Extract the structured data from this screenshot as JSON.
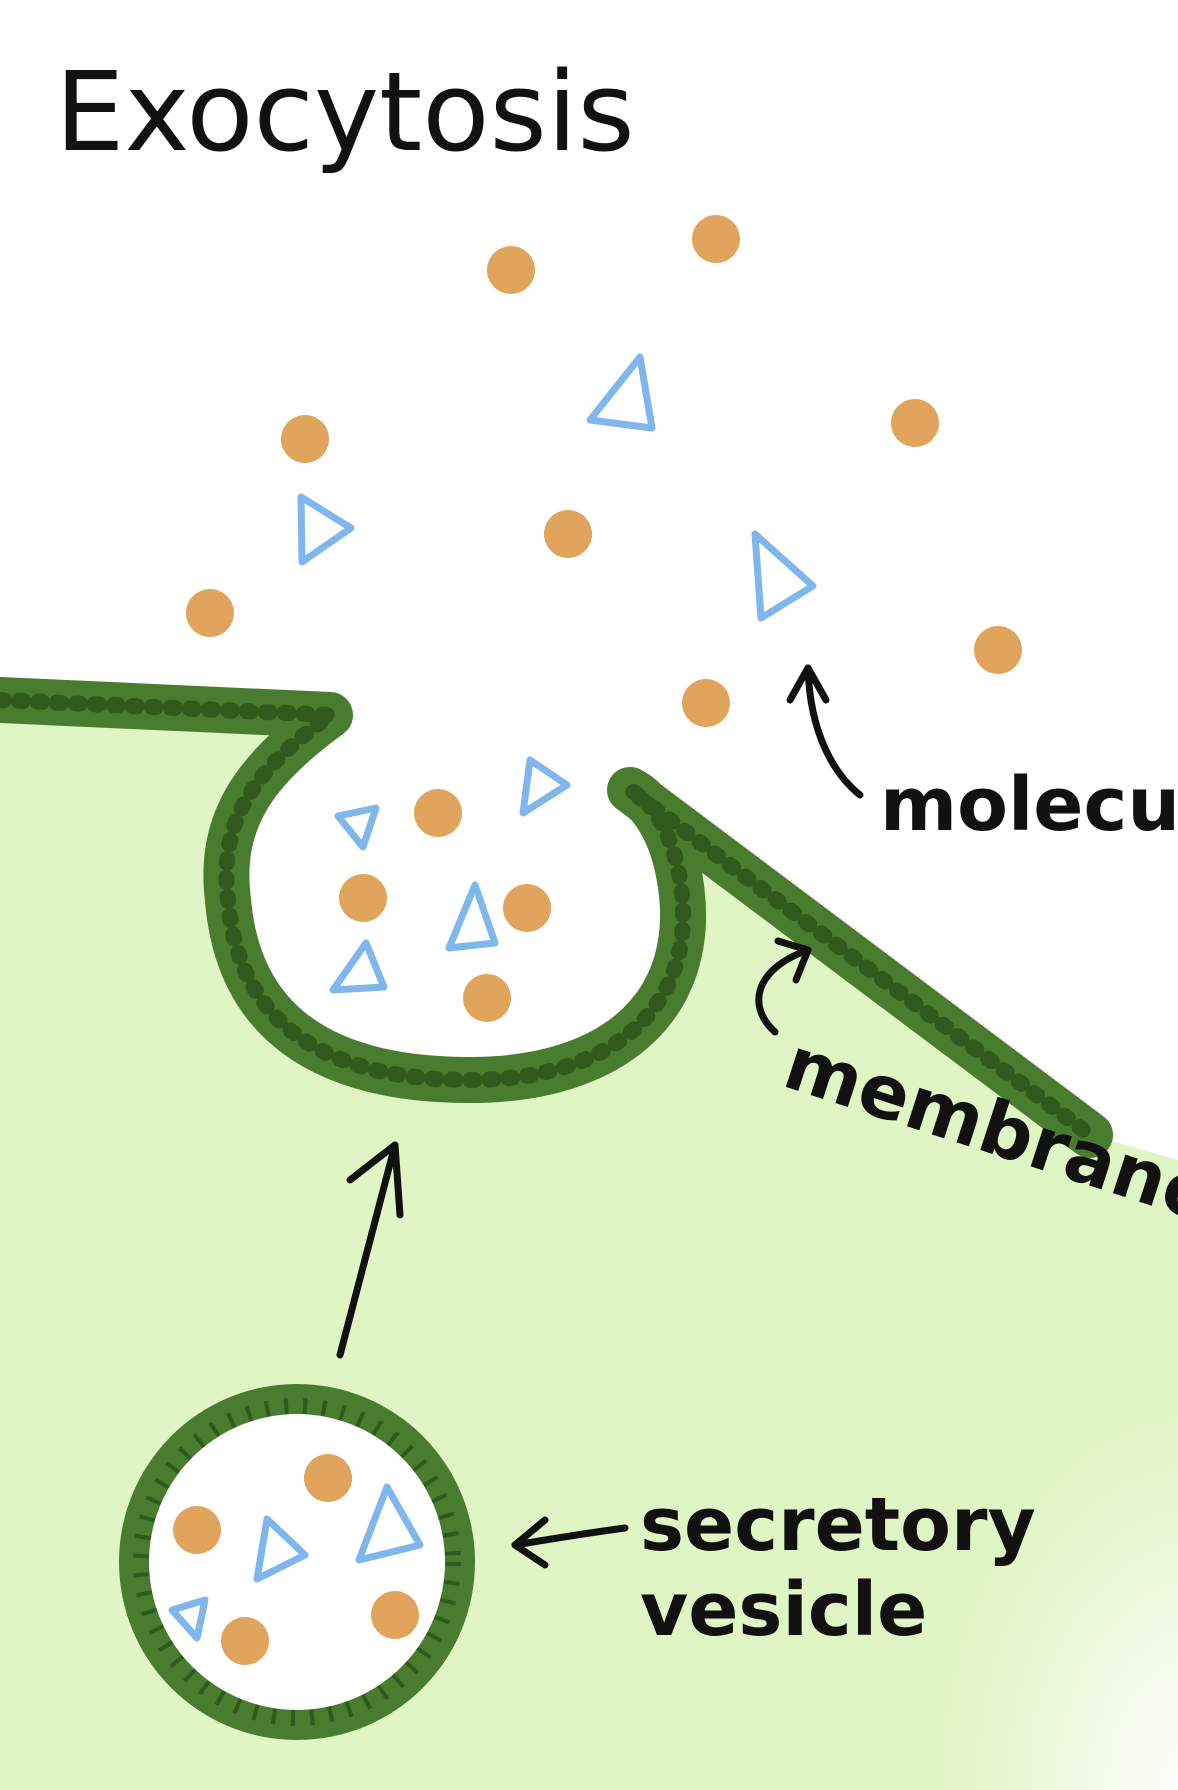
{
  "title": "Exocytosis",
  "labels": {
    "molecules": "molecules",
    "membrane": "membrane",
    "secretory_line1": "secretory",
    "secretory_line2": "vesicle"
  },
  "colors": {
    "membrane": "#4a7c2f",
    "membrane_marks": "#2f5a1c",
    "cytoplasm": "#e0f5c4",
    "molecule_circle": "#e0a45c",
    "molecule_triangle": "#7fb6ec",
    "ink": "#111111"
  }
}
